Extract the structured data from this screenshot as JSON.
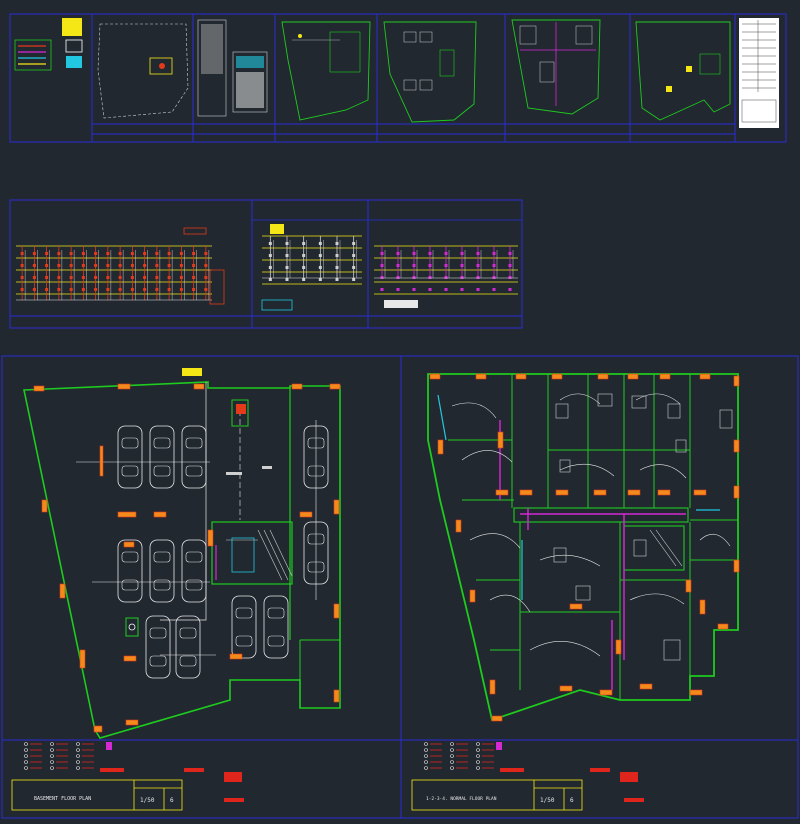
{
  "colors": {
    "background": "#212830",
    "frame": "#2a2cd6",
    "wall": "#1ecb1e",
    "column": "#e33a1a",
    "column_fill": "#f28a1c",
    "wire": "#e8e8e8",
    "pipe_magenta": "#d629d6",
    "pipe_cyan": "#22c8e0",
    "highlight_yellow": "#f5e616",
    "title_red": "#e0261c"
  },
  "sheets": {
    "basement": {
      "title": "BASEMENT FLOOR PLAN",
      "scale": "1/50",
      "sheet_no": "6"
    },
    "typical": {
      "title": "1-2-3-4. NORMAL FLOOR PLAN",
      "scale": "1/50",
      "sheet_no": "6"
    }
  }
}
